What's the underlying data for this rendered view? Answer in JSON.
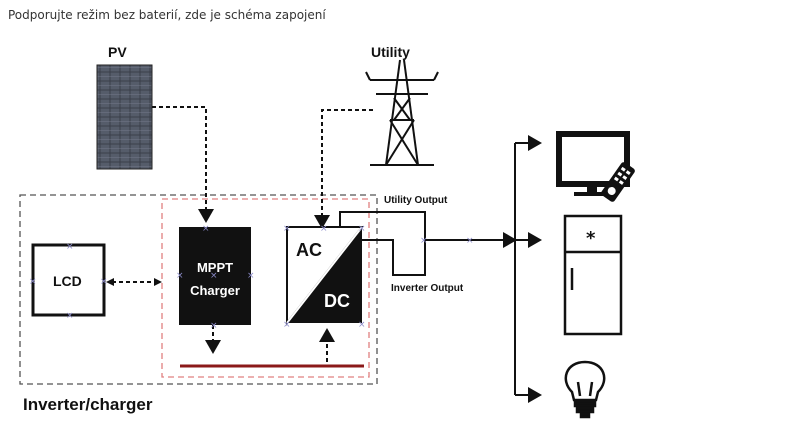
{
  "caption": "Podporujte režim bez baterií, zde je schéma zapojení",
  "labels": {
    "pv": "PV",
    "utility": "Utility",
    "lcd": "LCD",
    "mppt_line1": "MPPT",
    "mppt_line2": "Charger",
    "ac": "AC",
    "dc": "DC",
    "utility_output": "Utility Output",
    "inverter_output": "Inverter Output",
    "inverter_charger": "Inverter/charger"
  },
  "colors": {
    "box_border": "#555555",
    "inner_border": "#e08080",
    "bus_bar": "#8b1a1a",
    "marker": "#8a8ac8"
  },
  "icons": [
    "solar-panel-icon",
    "utility-tower-icon",
    "tv-icon",
    "remote-icon",
    "refrigerator-icon",
    "light-bulb-icon"
  ]
}
